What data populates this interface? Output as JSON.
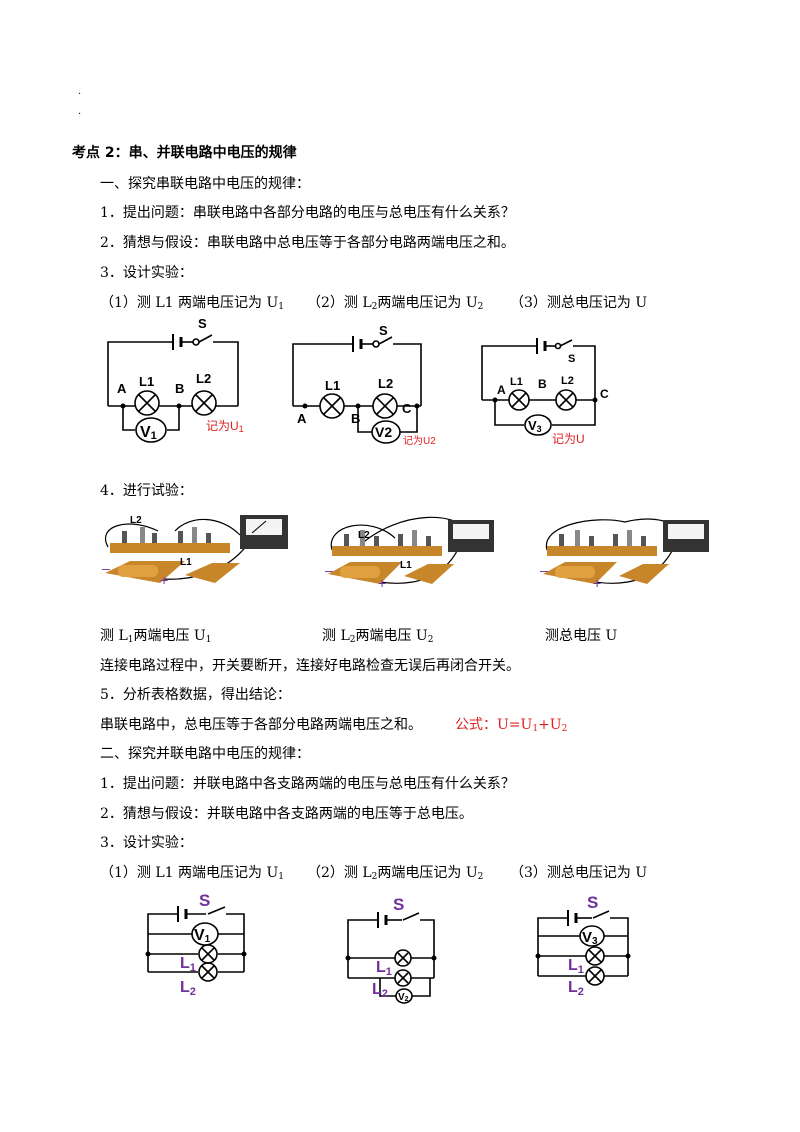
{
  "dots": [
    ".",
    "."
  ],
  "heading": "考点 2：串、并联电路中电压的规律",
  "series": {
    "title": "一、探究串联电路中电压的规律：",
    "q1": "1．提出问题：串联电路中各部分电路的电压与总电压有什么关系？",
    "q2": "2．猜想与假设：串联电路中总电压等于各部分电路两端电压之和。",
    "q3": "3．设计实验：",
    "m1": {
      "pre": "（1）测 L1 两端电压记为 U",
      "sub": "1"
    },
    "m2": {
      "pre": "（2）测 L",
      "sub1": "2",
      "mid": "两端电压记为 U",
      "sub2": "2"
    },
    "m3": {
      "pre": "（3）测总电压记为 U"
    },
    "diagram1": {
      "S": "S",
      "A": "A",
      "B": "B",
      "L1": "L1",
      "L2": "L2",
      "V": "V",
      "Vsub": "1",
      "note": "记为U",
      "note_sub": "1"
    },
    "diagram2": {
      "S": "S",
      "A": "A",
      "B": "B",
      "C": "C",
      "L1": "L1",
      "L2": "L2",
      "V": "V2",
      "note": "记为U2"
    },
    "diagram3": {
      "S": "S",
      "A": "A",
      "B": "B",
      "C": "C",
      "L1": "L1",
      "L2": "L2",
      "V": "V",
      "Vsub": "3",
      "note": "记为U"
    },
    "q4": "4．进行试验：",
    "photo_labels": {
      "L2": "L2",
      "L1": "L1"
    },
    "cap1": {
      "pre": "测 L",
      "sub": "1",
      "post": "两端电压  U",
      "sub2": "1"
    },
    "cap2": {
      "pre": "测 L",
      "sub": "2",
      "post": "两端电压  U",
      "sub2": "2"
    },
    "cap3": {
      "pre": "测总电压 U"
    },
    "note": "连接电路过程中，开关要断开，连接好电路检查无误后再闭合开关。",
    "q5": "5．分析表格数据，得出结论：",
    "conclusion": "串联电路中，总电压等于各部分电路两端电压之和。",
    "formula": {
      "pre": "公式：U=U",
      "s1": "1",
      "plus": "+U",
      "s2": "2"
    }
  },
  "parallel": {
    "title": "二、探究并联电路中电压的规律：",
    "q1": "1．提出问题：并联电路中各支路两端的电压与总电压有什么关系？",
    "q2": "2．猜想与假设：并联电路中各支路两端的电压等于总电压。",
    "q3": "3．设计实验：",
    "m1": {
      "pre": "（1）测 L1 两端电压记为 U",
      "sub": "1"
    },
    "m2": {
      "pre": "（2）测 L",
      "sub1": "2",
      "mid": "两端电压记为 U",
      "sub2": "2"
    },
    "m3": {
      "pre": "（3）测总电压记为 U"
    },
    "diagram1": {
      "S": "S",
      "V": "V",
      "Vsub": "1",
      "L1": "L",
      "L1sub": "1",
      "L2": "L",
      "L2sub": "2"
    },
    "diagram2": {
      "S": "S",
      "V": "V",
      "Vsub": "2",
      "L1": "L",
      "L1sub": "1",
      "L2": "L",
      "L2sub": "2"
    },
    "diagram3": {
      "S": "S",
      "V": "V",
      "Vsub": "3",
      "L1": "L",
      "L1sub": "1",
      "L2": "L",
      "L2sub": "2"
    }
  },
  "colors": {
    "red": "#e02020",
    "purple": "#7030a0",
    "wood": "#c8862a"
  }
}
